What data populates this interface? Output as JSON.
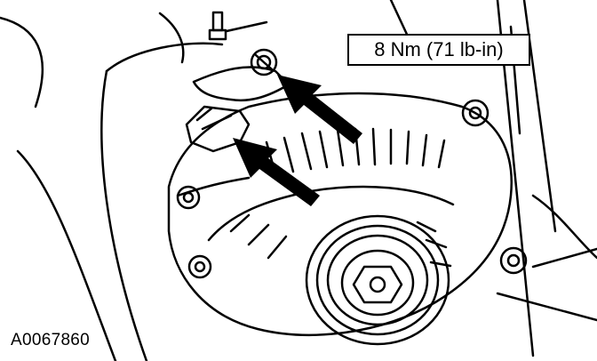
{
  "callout": {
    "torque_spec": "8 Nm (71 lb-in)"
  },
  "figure": {
    "id": "A0067860"
  },
  "colors": {
    "ink": "#000000",
    "paper": "#ffffff"
  },
  "icons": [
    "alternator-illustration",
    "pointer-arrow-icon"
  ]
}
